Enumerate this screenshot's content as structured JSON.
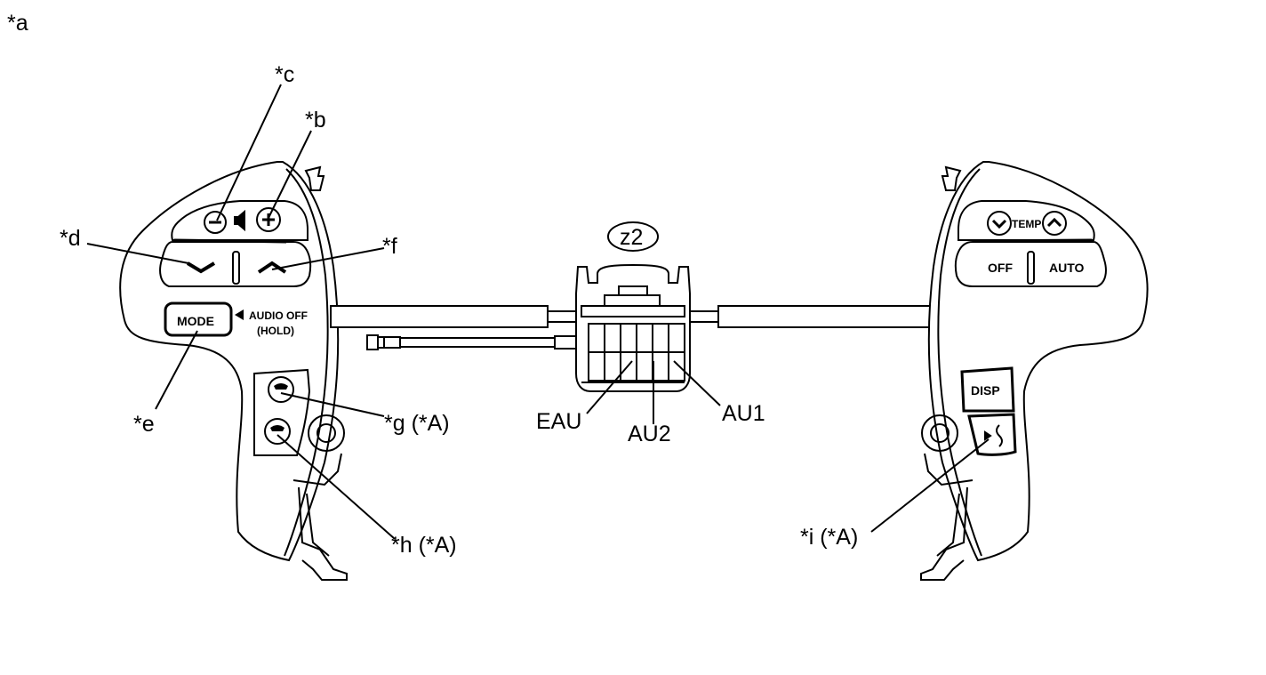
{
  "figure_label": "*a",
  "connector": {
    "id": "z2",
    "pins": [
      "EAU",
      "AU2",
      "AU1"
    ]
  },
  "left_switch": {
    "callouts": {
      "b": "*b",
      "c": "*c",
      "d": "*d",
      "e": "*e",
      "f": "*f",
      "g": "*g (*A)",
      "h": "*h (*A)"
    },
    "mode_button": "MODE",
    "audio_off_line1": "AUDIO OFF",
    "audio_off_line2": "(HOLD)"
  },
  "right_switch": {
    "temp_label": "TEMP",
    "off_label": "OFF",
    "auto_label": "AUTO",
    "disp_label": "DISP",
    "callouts": {
      "i": "*i (*A)"
    }
  }
}
